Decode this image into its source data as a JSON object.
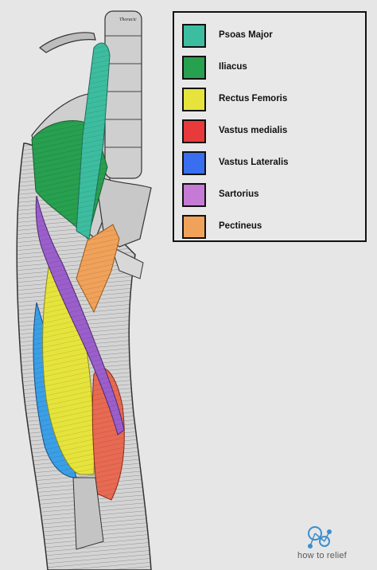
{
  "figure": {
    "vertebra_label": "Thoracic"
  },
  "legend": {
    "items": [
      {
        "label": "Psoas Major",
        "color": "#3dbd9f"
      },
      {
        "label": "Iliacus",
        "color": "#27a04f"
      },
      {
        "label": "Rectus Femoris",
        "color": "#e6e43c"
      },
      {
        "label": "Vastus medialis",
        "color": "#e83a3a"
      },
      {
        "label": "Vastus Lateralis",
        "color": "#3a6ef0"
      },
      {
        "label": "Sartorius",
        "color": "#c57ad6"
      },
      {
        "label": "Pectineus",
        "color": "#f0a25a"
      }
    ]
  },
  "logo": {
    "text": "how to relief",
    "icon": "network-person-icon"
  }
}
